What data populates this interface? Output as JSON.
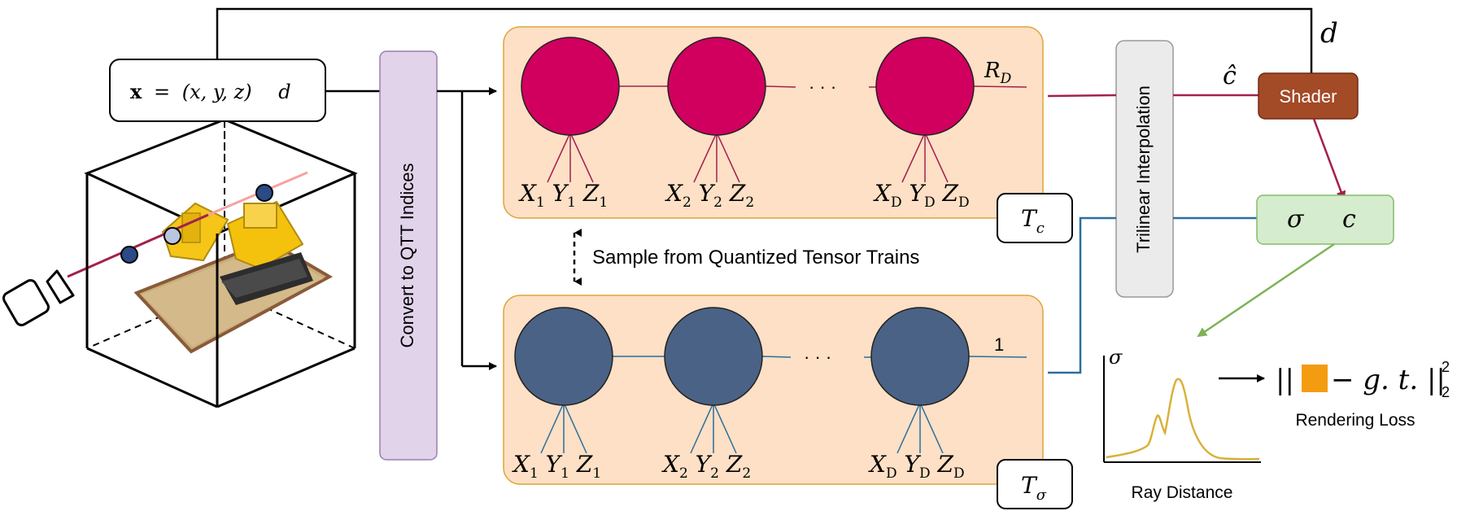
{
  "input_box": {
    "bold_var": "x",
    "equals": "=",
    "coords": "(x, y, z)",
    "dir": "d"
  },
  "convert_label": "Convert to QTT Indices",
  "interp_label": "Trilinear Interpolation",
  "sample_label": "Sample from Quantized Tensor Trains",
  "shader_label": "Shader",
  "top_d": "d",
  "chat": "ĉ",
  "dots": "· · ·",
  "color_train": {
    "rank_label": "R",
    "rank_sub": "D",
    "tensor_label": "T",
    "tensor_sub": "c",
    "color": "#d1005f",
    "indices": [
      {
        "x": "X",
        "y": "Y",
        "z": "Z",
        "sub": "1"
      },
      {
        "x": "X",
        "y": "Y",
        "z": "Z",
        "sub": "2"
      },
      {
        "x": "X",
        "y": "Y",
        "z": "Z",
        "sub": "D"
      }
    ]
  },
  "density_train": {
    "rank_label": "1",
    "tensor_label": "T",
    "tensor_sub": "σ",
    "color": "#4a6285",
    "indices": [
      {
        "x": "X",
        "y": "Y",
        "z": "Z",
        "sub": "1"
      },
      {
        "x": "X",
        "y": "Y",
        "z": "Z",
        "sub": "2"
      },
      {
        "x": "X",
        "y": "Y",
        "z": "Z",
        "sub": "D"
      }
    ]
  },
  "output_box": {
    "sigma": "σ",
    "c": "c"
  },
  "plot": {
    "ylabel": "σ",
    "xlabel": "Ray Distance"
  },
  "loss": {
    "formula_open": "||",
    "formula_mid": "− g. t. ||",
    "superscript": "2",
    "subscript": "2",
    "label": "Rendering Loss"
  },
  "colors": {
    "panel_fill": "#fde0c5",
    "panel_stroke": "#e0a33a",
    "convert_fill": "#e1d3ea",
    "interp_fill": "#ebebeb",
    "shader_fill": "#a34a27",
    "output_fill": "#d6ecce",
    "output_stroke": "#82bd6b",
    "crimson_line": "#a3204f",
    "blue_line": "#2a6e9e",
    "green_line": "#7db356",
    "curve": "#d9b23b",
    "orange_square": "#f39c12"
  }
}
